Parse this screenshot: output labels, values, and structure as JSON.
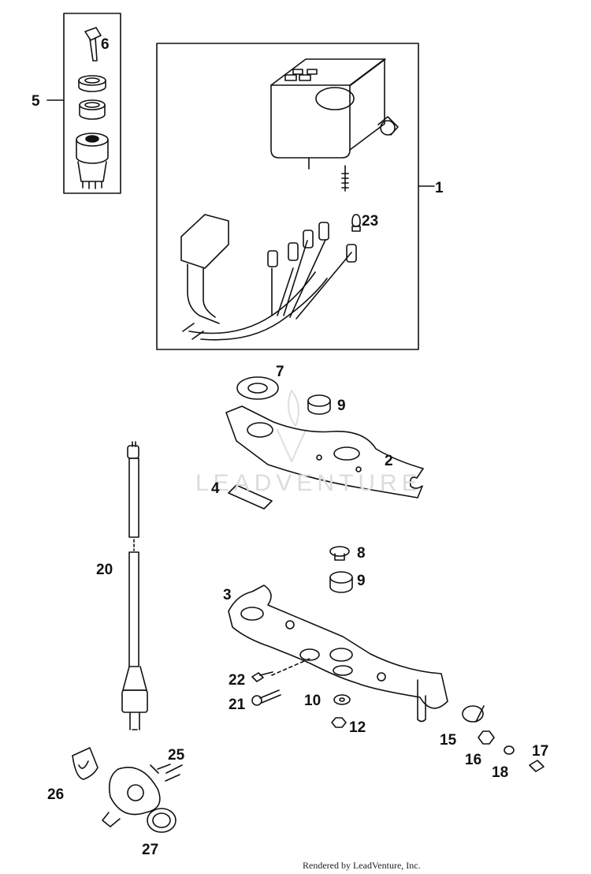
{
  "watermark": "LEADVENTURE",
  "footer": "Rendered by LeadVenture, Inc.",
  "callouts": {
    "p1": "1",
    "p2": "2",
    "p3": "3",
    "p4": "4",
    "p5": "5",
    "p6": "6",
    "p7": "7",
    "p8": "8",
    "p9a": "9",
    "p9b": "9",
    "p10": "10",
    "p12": "12",
    "p15": "15",
    "p16": "16",
    "p17": "17",
    "p18": "18",
    "p20": "20",
    "p21": "21",
    "p22": "22",
    "p23": "23",
    "p25": "25",
    "p26": "26",
    "p27": "27"
  }
}
